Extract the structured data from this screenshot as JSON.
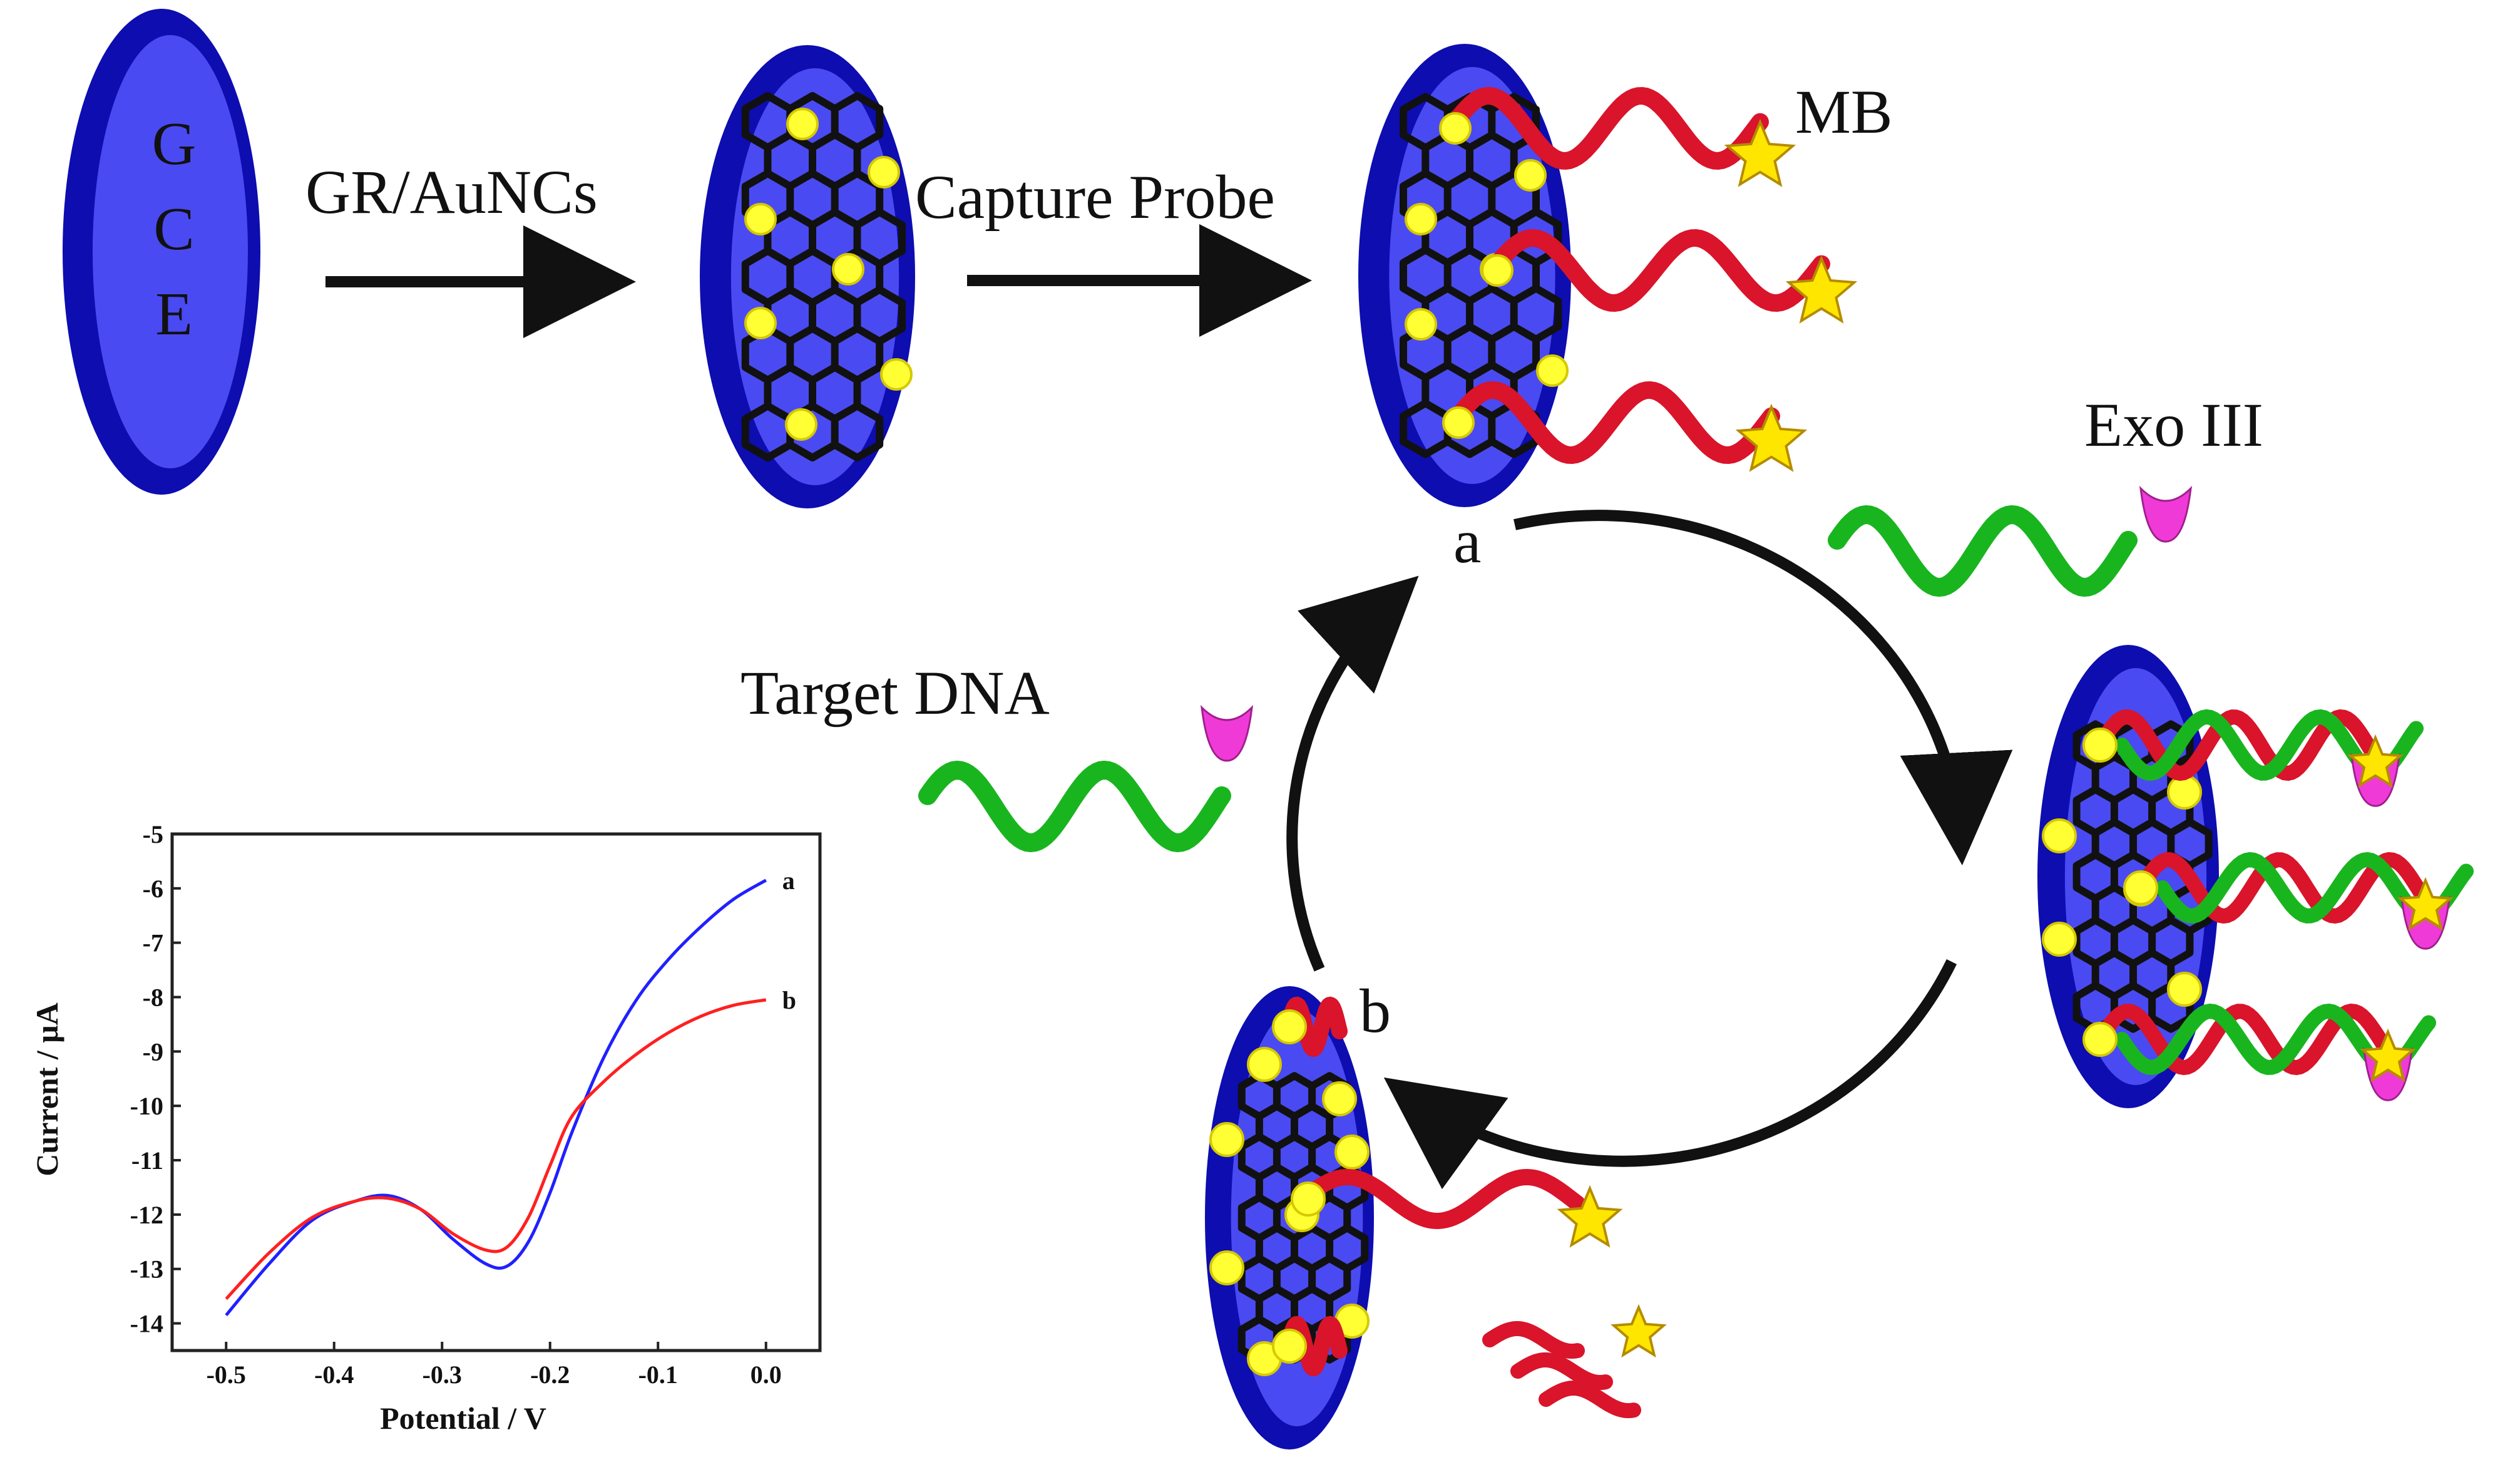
{
  "labels": {
    "gce": [
      "G",
      "C",
      "E"
    ],
    "step1": "GR/AuNCs",
    "step2": "Capture Probe",
    "mb": "MB",
    "exo": "Exo III",
    "target": "Target  DNA",
    "state_a": "a",
    "state_b": "b"
  },
  "colors": {
    "electrode": "#1f1fe0",
    "electrode_dark": "#0d0db0",
    "electrode_face": "#4a4af2",
    "graphene": "#111111",
    "aunc": "#ffff33",
    "probe": "#d9142b",
    "target": "#19b51f",
    "mb_star": "#ffe600",
    "exo": "#f03ad8",
    "curve_a": "#2020ff",
    "curve_b": "#ff2020"
  },
  "icons": [
    "gold-nanocluster-icon",
    "methylene-blue-star-icon",
    "exonuclease-icon",
    "graphene-lattice-icon"
  ],
  "chart_data": {
    "type": "line",
    "xlabel": "Potential / V",
    "ylabel": "Current / μA",
    "xlim": [
      -0.55,
      0.05
    ],
    "ylim": [
      -14.5,
      -5
    ],
    "xticks": [
      -0.5,
      -0.4,
      -0.3,
      -0.2,
      -0.1,
      0.0
    ],
    "xtick_labels": [
      "-0.5",
      "-0.4",
      "-0.3",
      "-0.2",
      "-0.1",
      "0.0"
    ],
    "yticks": [
      -14,
      -13,
      -12,
      -11,
      -10,
      -9,
      -8,
      -7,
      -6,
      -5
    ],
    "ytick_labels": [
      "-14",
      "-13",
      "-12",
      "-11",
      "-10",
      "-9",
      "-8",
      "-7",
      "-6",
      "-5"
    ],
    "series": [
      {
        "name": "a",
        "color": "#2020ff",
        "x": [
          -0.5,
          -0.46,
          -0.42,
          -0.38,
          -0.35,
          -0.32,
          -0.29,
          -0.26,
          -0.24,
          -0.22,
          -0.2,
          -0.18,
          -0.15,
          -0.12,
          -0.09,
          -0.06,
          -0.03,
          0.0
        ],
        "y": [
          -13.85,
          -12.9,
          -12.1,
          -11.75,
          -11.65,
          -11.9,
          -12.45,
          -12.9,
          -12.95,
          -12.5,
          -11.6,
          -10.5,
          -9.1,
          -8.05,
          -7.3,
          -6.7,
          -6.2,
          -5.85
        ]
      },
      {
        "name": "b",
        "color": "#ff2020",
        "x": [
          -0.5,
          -0.46,
          -0.42,
          -0.38,
          -0.35,
          -0.32,
          -0.29,
          -0.26,
          -0.24,
          -0.22,
          -0.2,
          -0.18,
          -0.15,
          -0.12,
          -0.09,
          -0.06,
          -0.03,
          0.0
        ],
        "y": [
          -13.55,
          -12.7,
          -12.05,
          -11.75,
          -11.7,
          -11.9,
          -12.35,
          -12.65,
          -12.6,
          -12.05,
          -11.1,
          -10.2,
          -9.55,
          -9.05,
          -8.65,
          -8.35,
          -8.15,
          -8.05
        ]
      }
    ]
  }
}
